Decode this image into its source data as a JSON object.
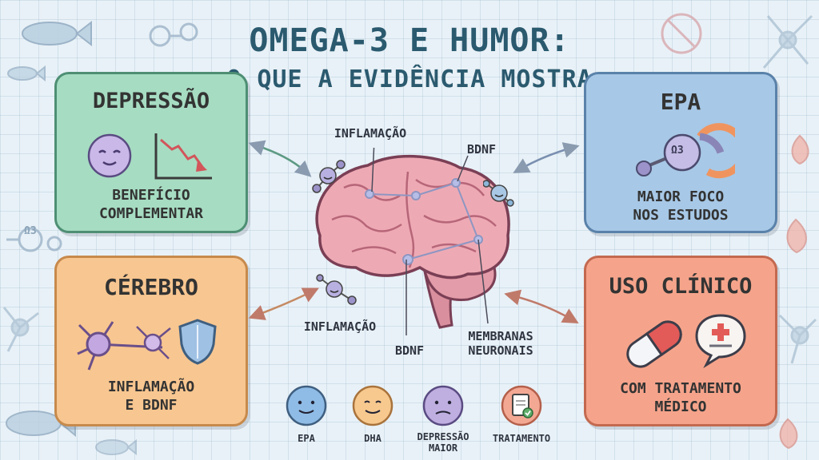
{
  "title": {
    "line1": "OMEGA-3 E HUMOR:",
    "line2": "O QUE A EVIDÊNCIA MOSTRA"
  },
  "cards": {
    "depressao": {
      "heading": "DEPRESSÃO",
      "subtitle": "BENEFÍCIO\nCOMPLEMENTAR"
    },
    "epa": {
      "heading": "EPA",
      "subtitle": "MAIOR FOCO\nNOS ESTUDOS",
      "molecule_label": "Ω3"
    },
    "cerebro": {
      "heading": "CÉREBRO",
      "subtitle": "INFLAMAÇÃO\nE BDNF"
    },
    "uso_clinico": {
      "heading": "USO CLÍNICO",
      "subtitle": "COM TRATAMENTO\nMÉDICO"
    }
  },
  "brain_labels": {
    "inflamacao_top": "INFLAMAÇÃO",
    "bdnf_top": "BDNF",
    "inflamacao_bottom": "INFLAMAÇÃO",
    "bdnf_bottom": "BDNF",
    "membranas": "MEMBRANAS\nNEURONAIS"
  },
  "legend": [
    {
      "label": "EPA",
      "color": "#8fbce6"
    },
    {
      "label": "DHA",
      "color": "#f7c98f"
    },
    {
      "label": "DEPRESSÃO\nMAIOR",
      "color": "#bfaee0"
    },
    {
      "label": "TRATAMENTO",
      "color": "#f3a894"
    }
  ],
  "decor": {
    "omega_tag": "Ω3"
  },
  "colors": {
    "title": "#2b5a6f",
    "depressao_bg": "#a6dcc2",
    "epa_bg": "#a7c8e6",
    "cerebro_bg": "#f8c690",
    "uso_bg": "#f5a48b",
    "brain": "#eeaab4"
  }
}
